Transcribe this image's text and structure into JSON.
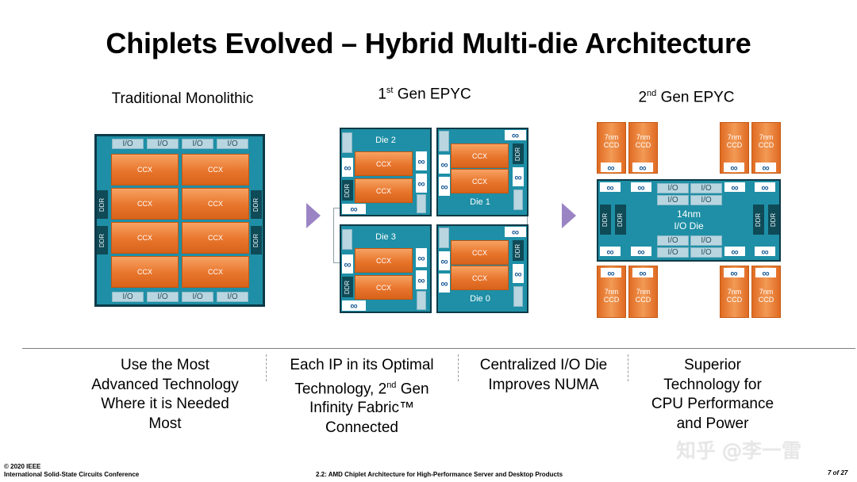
{
  "title": "Chiplets Evolved – Hybrid Multi-die Architecture",
  "sections": {
    "mono": "Traditional Monolithic",
    "gen1_prefix": "1",
    "gen1_sup": "st",
    "gen1_suffix": " Gen EPYC",
    "gen2_prefix": "2",
    "gen2_sup": "nd",
    "gen2_suffix": " Gen EPYC"
  },
  "labels": {
    "io": "I/O",
    "ccx": "CCX",
    "ddr": "DDR",
    "infinity": "∞",
    "die0": "Die 0",
    "die1": "Die 1",
    "die2": "Die 2",
    "die3": "Die 3",
    "ccd": "7nm CCD",
    "iodie_line1": "14nm",
    "iodie_line2": "I/O Die"
  },
  "captions": {
    "c1": [
      "Use the Most",
      "Advanced Technology",
      "Where it is Needed",
      "Most"
    ],
    "c2_l1": "Each IP in its Optimal",
    "c2_l2a": "Technology, 2",
    "c2_l2sup": "nd",
    "c2_l2b": " Gen",
    "c2_l3": "Infinity Fabric™",
    "c2_l4": "Connected",
    "c3": [
      "Centralized I/O Die",
      "Improves NUMA"
    ],
    "c4": [
      "Superior",
      "Technology for",
      "CPU Performance",
      "and Power"
    ]
  },
  "footer": {
    "copyright": "© 2020 IEEE",
    "conference": "International Solid-State Circuits Conference",
    "talk": "2.2: AMD Chiplet Architecture for High-Performance Server and Desktop Products",
    "page": "7 of 27"
  },
  "watermark": "知乎 @李一雷",
  "colors": {
    "teal": "#1e8fa6",
    "dark": "#0d3a47",
    "orange": "#e8752c",
    "io": "#b9d6e0",
    "arrow": "#9a84c4"
  }
}
